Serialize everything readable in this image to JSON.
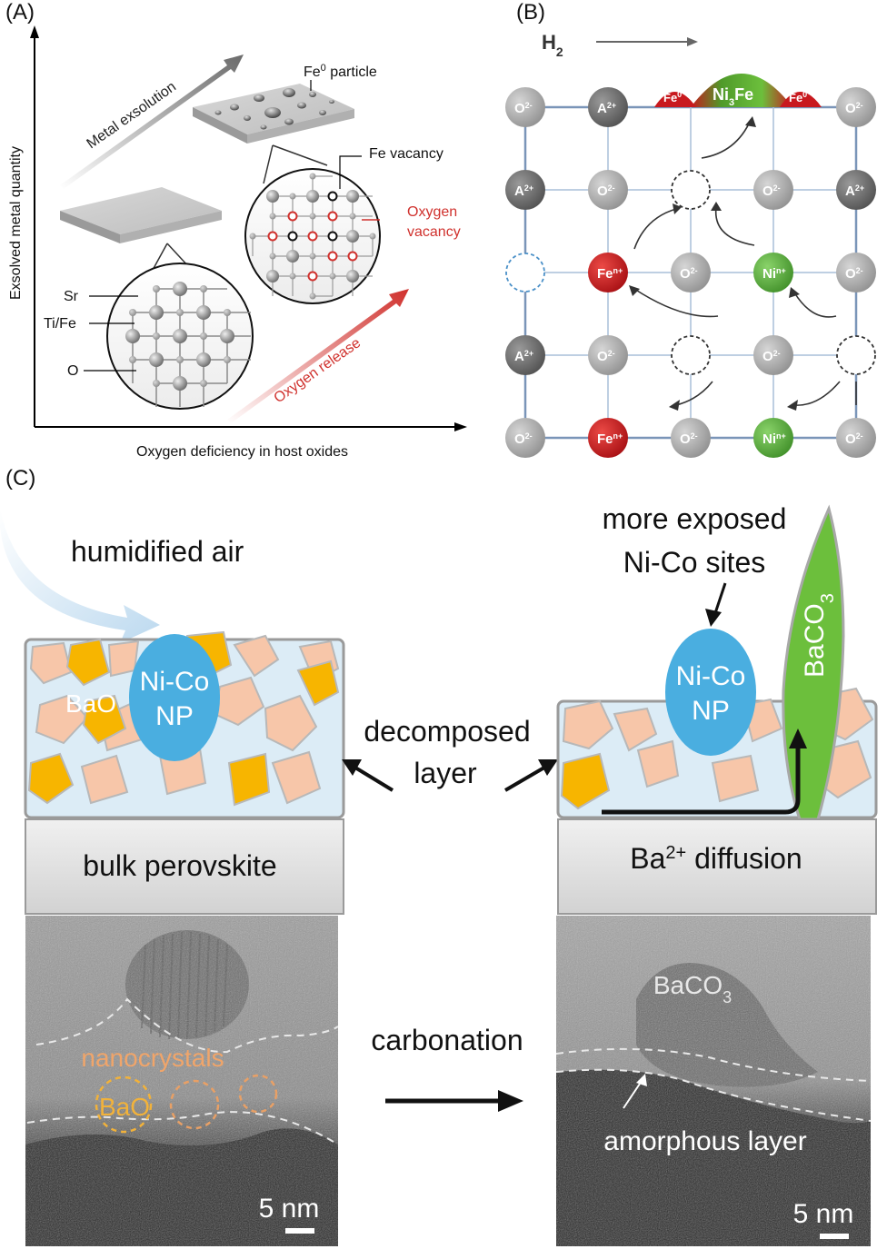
{
  "panel_a": {
    "label": "(A)",
    "y_axis_label": "Exsolved metal quantity",
    "x_axis_label": "Oxygen deficiency in host oxides",
    "arrow_top_label": "Metal exsolution",
    "arrow_bottom_label": "Oxygen release",
    "fe_particle_label": "Fe",
    "fe_particle_sup": "0",
    "fe_particle_suffix": " particle",
    "fe_vacancy_label": "Fe vacancy",
    "oxygen_vacancy_line1": "Oxygen",
    "oxygen_vacancy_line2": "vacancy",
    "sr_label": "Sr",
    "tife_label": "Ti/Fe",
    "o_label": "O",
    "accent_red": "#d0312d",
    "arrow_gray": "#707070"
  },
  "panel_b": {
    "label": "(B)",
    "h2": "H",
    "h2_sub": "2",
    "ni3fe": "Ni",
    "ni3fe_sub": "3",
    "ni3fe_suffix": "Fe",
    "fe0": "Fe",
    "fe0_sup": "0",
    "rows": [
      [
        "O2-",
        "A2+",
        "",
        "",
        "O2-"
      ],
      [
        "A2+",
        "O2-",
        "vac",
        "O2-",
        "A2+"
      ],
      [
        "vacb",
        "Fen+",
        "O2-",
        "Nin+",
        "O2-"
      ],
      [
        "A2+",
        "O2-",
        "vac",
        "O2-",
        "vac"
      ],
      [
        "O2-",
        "Fen+",
        "O2-",
        "Nin+",
        "O2-"
      ]
    ],
    "sym_O": "O",
    "sym_O_sup": "2-",
    "sym_A": "A",
    "sym_A_sup": "2+",
    "sym_Fe": "Fe",
    "sym_Fe_sup": "n+",
    "sym_Ni": "Ni",
    "sym_Ni_sup": "n+",
    "colors": {
      "oxygen": "#a9a9a9",
      "a_site": "#6e6e6e",
      "fe": "#c8191e",
      "ni": "#62b245",
      "grid": "#a8bfd8"
    }
  },
  "panel_c": {
    "label": "(C)",
    "humidified_air": "humidified air",
    "nico_np_line1": "Ni-Co",
    "nico_np_line2": "NP",
    "bao": "BaO",
    "decomposed_line1": "decomposed",
    "decomposed_line2": "layer",
    "bulk_perovskite": "bulk perovskite",
    "more_exposed_line1": "more exposed",
    "more_exposed_line2": "Ni-Co sites",
    "baco3_ba": "BaCO",
    "baco3_sub": "3",
    "ba_diffusion_prefix": "Ba",
    "ba_diffusion_sup": "2+",
    "ba_diffusion_suffix": " diffusion",
    "carbonation": "carbonation",
    "nanocrystals": "nanocrystals",
    "amorphous_layer": "amorphous layer",
    "scale_left": "5 nm",
    "scale_right": "5 nm",
    "colors": {
      "np_blue": "#4aaee0",
      "bao_yellow": "#f7b500",
      "peach": "#f7c6a9",
      "layer_blue": "#dcecf6",
      "baco3_green": "#6cbf3c",
      "nanocrystal_orange": "#f0a56a"
    }
  }
}
